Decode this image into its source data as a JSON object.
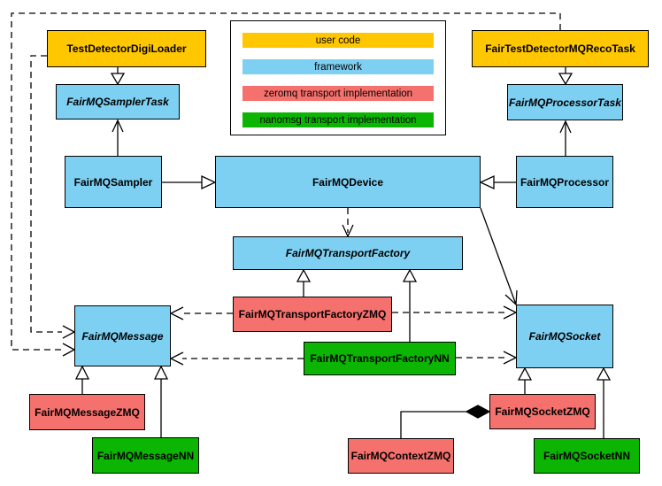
{
  "colors": {
    "user_code": "#FFC700",
    "framework": "#7DD0F2",
    "zeromq": "#F5716D",
    "nanomsg": "#0BB501",
    "line": "#000000",
    "background": "#FFFFFF"
  },
  "legend": {
    "items": [
      {
        "label": "user code",
        "color": "#FFC700"
      },
      {
        "label": "framework",
        "color": "#7DD0F2"
      },
      {
        "label": "zeromq transport implementation",
        "color": "#F5716D"
      },
      {
        "label": "nanomsg transport implementation",
        "color": "#0BB501"
      }
    ]
  },
  "nodes": {
    "test_detector_digi_loader": {
      "label": "TestDetectorDigiLoader",
      "layer": "user code",
      "abstract": false
    },
    "fair_test_detector_mq_reco_task": {
      "label": "FairTestDetectorMQRecoTask",
      "layer": "user code",
      "abstract": false
    },
    "fairmq_sampler_task": {
      "label": "FairMQSamplerTask",
      "layer": "framework",
      "abstract": true
    },
    "fairmq_processor_task": {
      "label": "FairMQProcessorTask",
      "layer": "framework",
      "abstract": true
    },
    "fairmq_sampler": {
      "label": "FairMQSampler",
      "layer": "framework",
      "abstract": false
    },
    "fairmq_device": {
      "label": "FairMQDevice",
      "layer": "framework",
      "abstract": false
    },
    "fairmq_processor": {
      "label": "FairMQProcessor",
      "layer": "framework",
      "abstract": false
    },
    "fairmq_transport_factory": {
      "label": "FairMQTransportFactory",
      "layer": "framework",
      "abstract": true
    },
    "fairmq_transport_factory_zmq": {
      "label": "FairMQTransportFactoryZMQ",
      "layer": "zeromq",
      "abstract": false
    },
    "fairmq_transport_factory_nn": {
      "label": "FairMQTransportFactoryNN",
      "layer": "nanomsg",
      "abstract": false
    },
    "fairmq_message": {
      "label": "FairMQMessage",
      "layer": "framework",
      "abstract": true
    },
    "fairmq_socket": {
      "label": "FairMQSocket",
      "layer": "framework",
      "abstract": true
    },
    "fairmq_message_zmq": {
      "label": "FairMQMessageZMQ",
      "layer": "zeromq",
      "abstract": false
    },
    "fairmq_message_nn": {
      "label": "FairMQMessageNN",
      "layer": "nanomsg",
      "abstract": false
    },
    "fairmq_context_zmq": {
      "label": "FairMQContextZMQ",
      "layer": "zeromq",
      "abstract": false
    },
    "fairmq_socket_zmq": {
      "label": "FairMQSocketZMQ",
      "layer": "zeromq",
      "abstract": false
    },
    "fairmq_socket_nn": {
      "label": "FairMQSocketNN",
      "layer": "nanomsg",
      "abstract": false
    }
  },
  "relationships": [
    {
      "from": "TestDetectorDigiLoader",
      "to": "FairMQSamplerTask",
      "type": "inheritance",
      "line": "solid"
    },
    {
      "from": "FairMQSampler",
      "to": "FairMQSamplerTask",
      "type": "open-arrow",
      "line": "solid"
    },
    {
      "from": "FairTestDetectorMQRecoTask",
      "to": "FairMQProcessorTask",
      "type": "inheritance",
      "line": "solid"
    },
    {
      "from": "FairMQProcessor",
      "to": "FairMQProcessorTask",
      "type": "open-arrow",
      "line": "solid"
    },
    {
      "from": "FairMQSampler",
      "to": "FairMQDevice",
      "type": "inheritance",
      "line": "solid"
    },
    {
      "from": "FairMQProcessor",
      "to": "FairMQDevice",
      "type": "inheritance",
      "line": "solid"
    },
    {
      "from": "FairMQDevice",
      "to": "FairMQTransportFactory",
      "type": "open-arrow",
      "line": "dashed"
    },
    {
      "from": "FairMQDevice",
      "to": "FairMQSocket",
      "type": "open-arrow",
      "line": "solid"
    },
    {
      "from": "FairMQTransportFactoryZMQ",
      "to": "FairMQTransportFactory",
      "type": "inheritance",
      "line": "solid"
    },
    {
      "from": "FairMQTransportFactoryNN",
      "to": "FairMQTransportFactory",
      "type": "inheritance",
      "line": "solid"
    },
    {
      "from": "FairMQTransportFactoryZMQ",
      "to": "FairMQMessage",
      "type": "open-arrow",
      "line": "dashed"
    },
    {
      "from": "FairMQTransportFactoryZMQ",
      "to": "FairMQSocket",
      "type": "open-arrow",
      "line": "dashed"
    },
    {
      "from": "FairMQTransportFactoryNN",
      "to": "FairMQMessage",
      "type": "open-arrow",
      "line": "dashed"
    },
    {
      "from": "FairMQTransportFactoryNN",
      "to": "FairMQSocket",
      "type": "open-arrow",
      "line": "dashed"
    },
    {
      "from": "TestDetectorDigiLoader",
      "to": "FairMQMessage",
      "type": "open-arrow",
      "line": "dashed"
    },
    {
      "from": "FairTestDetectorMQRecoTask",
      "to": "FairMQMessage",
      "type": "open-arrow",
      "line": "dashed"
    },
    {
      "from": "FairMQMessageZMQ",
      "to": "FairMQMessage",
      "type": "inheritance",
      "line": "solid"
    },
    {
      "from": "FairMQMessageNN",
      "to": "FairMQMessage",
      "type": "inheritance",
      "line": "solid"
    },
    {
      "from": "FairMQSocketZMQ",
      "to": "FairMQSocket",
      "type": "inheritance",
      "line": "solid"
    },
    {
      "from": "FairMQSocketNN",
      "to": "FairMQSocket",
      "type": "inheritance",
      "line": "solid"
    },
    {
      "from": "FairMQSocketZMQ",
      "to": "FairMQContextZMQ",
      "type": "composition",
      "line": "solid"
    }
  ]
}
